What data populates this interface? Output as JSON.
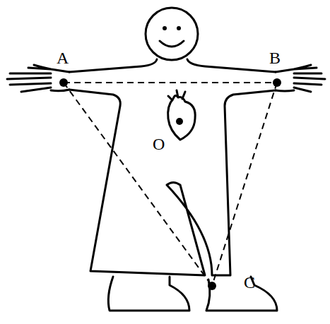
{
  "diagram": {
    "labels": [
      "A",
      "B",
      "C",
      "O"
    ]
  }
}
